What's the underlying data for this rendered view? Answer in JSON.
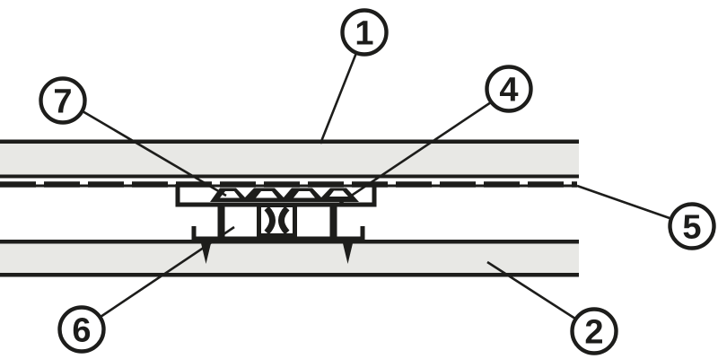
{
  "figure": {
    "kind": "technical-section-diagram",
    "background_color": "#ffffff",
    "line_color": "#1d1d1b",
    "panel_fill_color": "#e8e8e5"
  },
  "callouts": {
    "c1": {
      "label": "1"
    },
    "c2": {
      "label": "2"
    },
    "c4": {
      "label": "4"
    },
    "c5": {
      "label": "5"
    },
    "c6": {
      "label": "6"
    },
    "c7": {
      "label": "7"
    }
  }
}
